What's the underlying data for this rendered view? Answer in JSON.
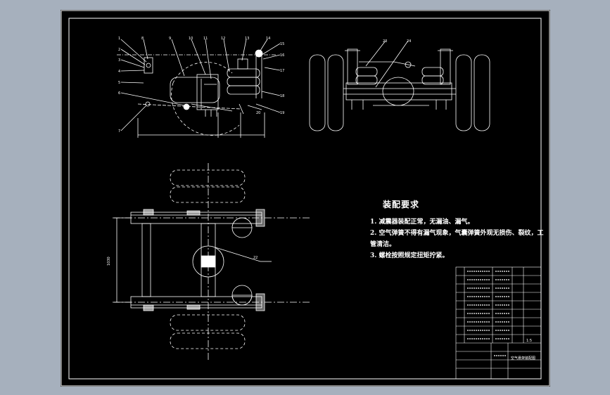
{
  "drawing": {
    "background_color": "#a6b0bd",
    "sheet_color": "#000000",
    "line_color": "#ffffff",
    "leader_color": "#ffffff"
  },
  "assembly_requirements": {
    "title": "装配要求",
    "items": [
      "1. 减震器装配正常，无漏油、漏气。",
      "2. 空气弹簧不得有漏气现象，气囊弹簧外观无损伤、裂纹，工",
      "管清洁。",
      "3. 螺栓按照规定扭矩拧紧。"
    ]
  },
  "callouts": {
    "side_view": [
      "1",
      "2",
      "3",
      "4",
      "5",
      "6",
      "7",
      "8",
      "9",
      "10",
      "11",
      "12",
      "13",
      "14",
      "15",
      "16",
      "17",
      "18",
      "19",
      "20"
    ],
    "rear_view": [
      "23",
      "24"
    ],
    "plan_view": [
      "22"
    ]
  },
  "dimensions": {
    "plan_width": "1030"
  },
  "title_block": {
    "drawing_name": "空气悬架装配图",
    "scale": "1:5"
  }
}
